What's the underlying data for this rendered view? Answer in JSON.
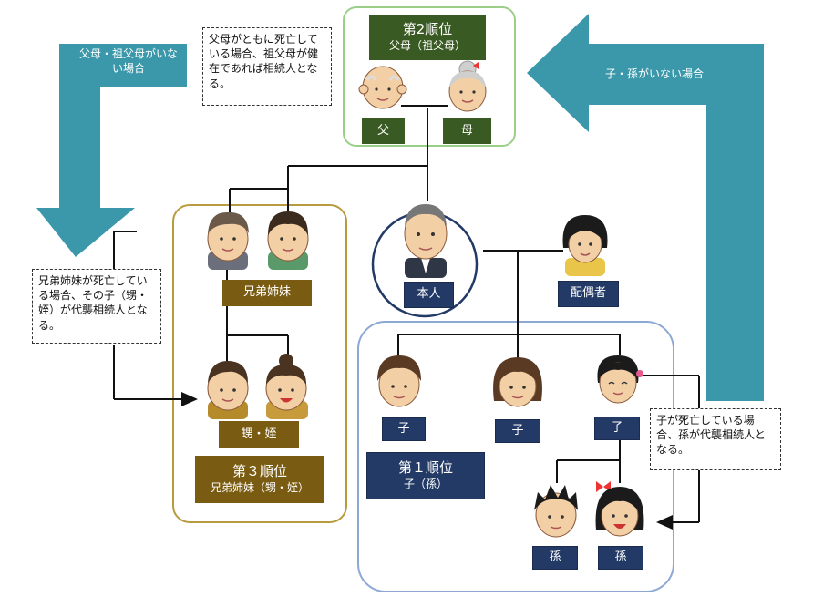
{
  "colors": {
    "arrow_teal": "#3b98ab",
    "group2_border": "#9bcf88",
    "group3_border": "#b89b3f",
    "group1_border": "#8ea8d4",
    "self_circle": "#233a66",
    "green_label": "#3a5a23",
    "brown_label": "#7a5b12",
    "navy_label": "#233a66"
  },
  "arrows": {
    "left_text": "父母・祖父母がいない場合",
    "right_text": "子・孫がいない場合"
  },
  "notes": {
    "parents": "父母がともに死亡している場合、祖父母が健在であれば相続人となる。",
    "siblings": "兄弟姉妹が死亡している場合、その子（甥・姪）が代襲相続人となる。",
    "children": "子が死亡している場合、孫が代襲相続人となる。"
  },
  "group2": {
    "title": "第2順位",
    "subtitle": "父母（祖父母）",
    "father": "父",
    "mother": "母"
  },
  "self": {
    "label": "本人",
    "spouse": "配偶者"
  },
  "group3": {
    "siblings_label": "兄弟姉妹",
    "nephew_label": "甥・姪",
    "title": "第３順位",
    "subtitle": "兄弟姉妹（甥・姪）"
  },
  "group1": {
    "child_label": "子",
    "grandchild_label": "孫",
    "title": "第１順位",
    "subtitle": "子（孫）"
  },
  "icons": [
    "grandfather-icon",
    "grandmother-icon",
    "sibling-man-icon",
    "sibling-woman-icon",
    "self-man-icon",
    "spouse-icon",
    "nephew-icon",
    "niece-icon",
    "child-boy-icon",
    "child-girl-icon",
    "child-woman-icon",
    "grandson-icon",
    "granddaughter-icon"
  ]
}
